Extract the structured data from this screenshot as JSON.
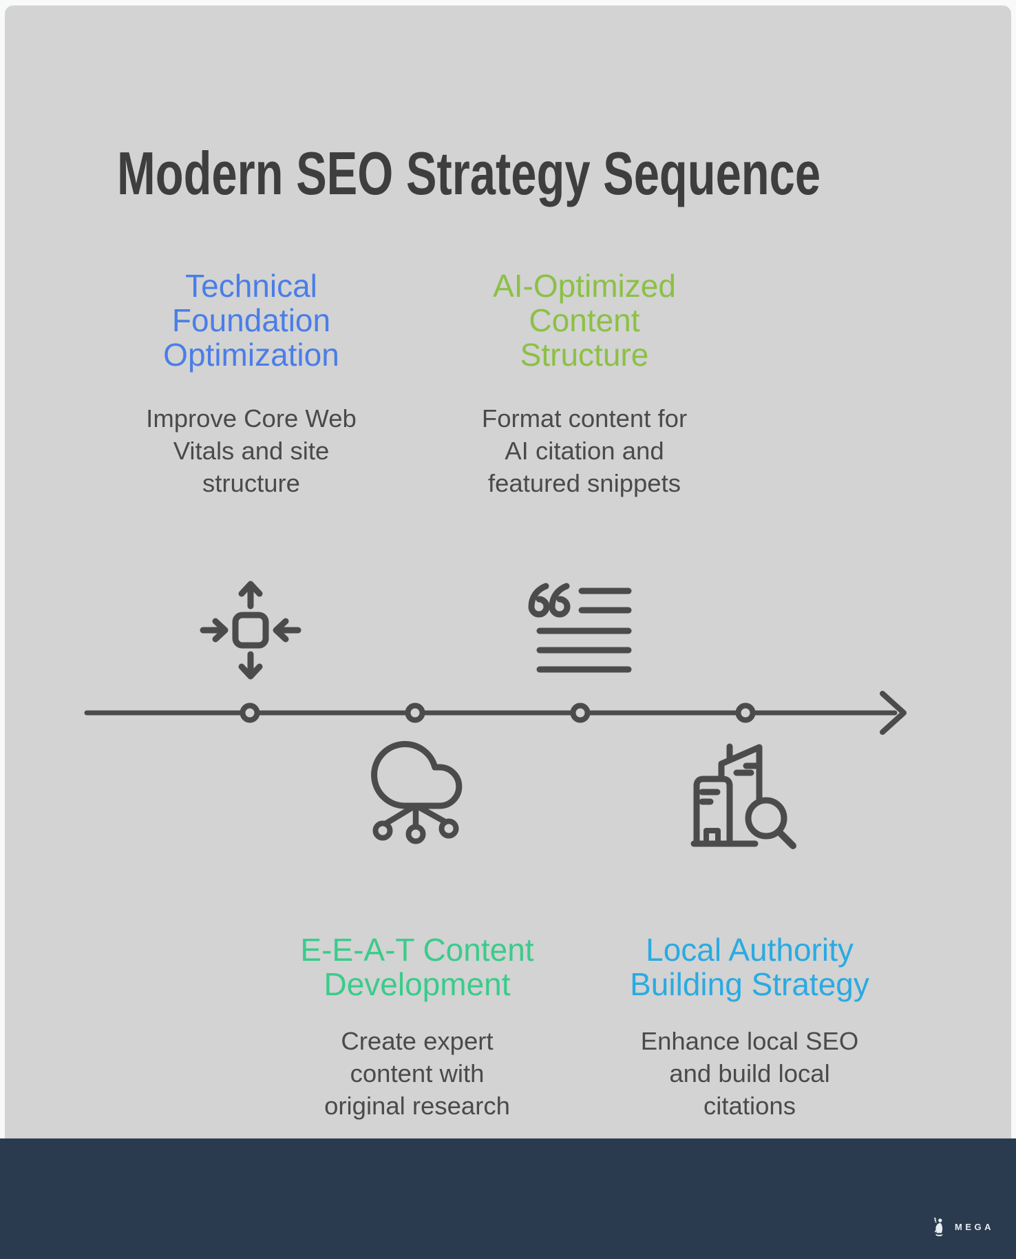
{
  "title": "Modern SEO Strategy Sequence",
  "steps": [
    {
      "heading": "Technical\nFoundation\nOptimization",
      "description": "Improve Core Web\nVitals and site\nstructure",
      "color": "#4B7DE8",
      "icon": "compress-arrows-icon",
      "position": "above-timeline"
    },
    {
      "heading": "AI-Optimized\nContent\nStructure",
      "description": "Format content for\nAI citation and\nfeatured snippets",
      "color": "#8CC045",
      "icon": "quote-lines-icon",
      "position": "above-timeline"
    },
    {
      "heading": "E-E-A-T Content\nDevelopment",
      "description": "Create expert\ncontent with\noriginal research",
      "color": "#3ACB8B",
      "icon": "cloud-network-icon",
      "position": "below-timeline"
    },
    {
      "heading": "Local Authority\nBuilding Strategy",
      "description": "Enhance local SEO\nand build local\ncitations",
      "color": "#2AAAE2",
      "icon": "building-search-icon",
      "position": "below-timeline"
    }
  ],
  "timeline": {
    "node_count": 4
  },
  "footer": {
    "brand": "MEGA"
  },
  "colors": {
    "page_background": "#F8FAF9",
    "panel_background": "#D2D3D2",
    "title_text": "#3E3E3E",
    "body_text": "#4A4A4A",
    "line_ink": "#4B4B4B",
    "footer_background": "#2B3B4F",
    "footer_text": "#E8EDF1"
  }
}
